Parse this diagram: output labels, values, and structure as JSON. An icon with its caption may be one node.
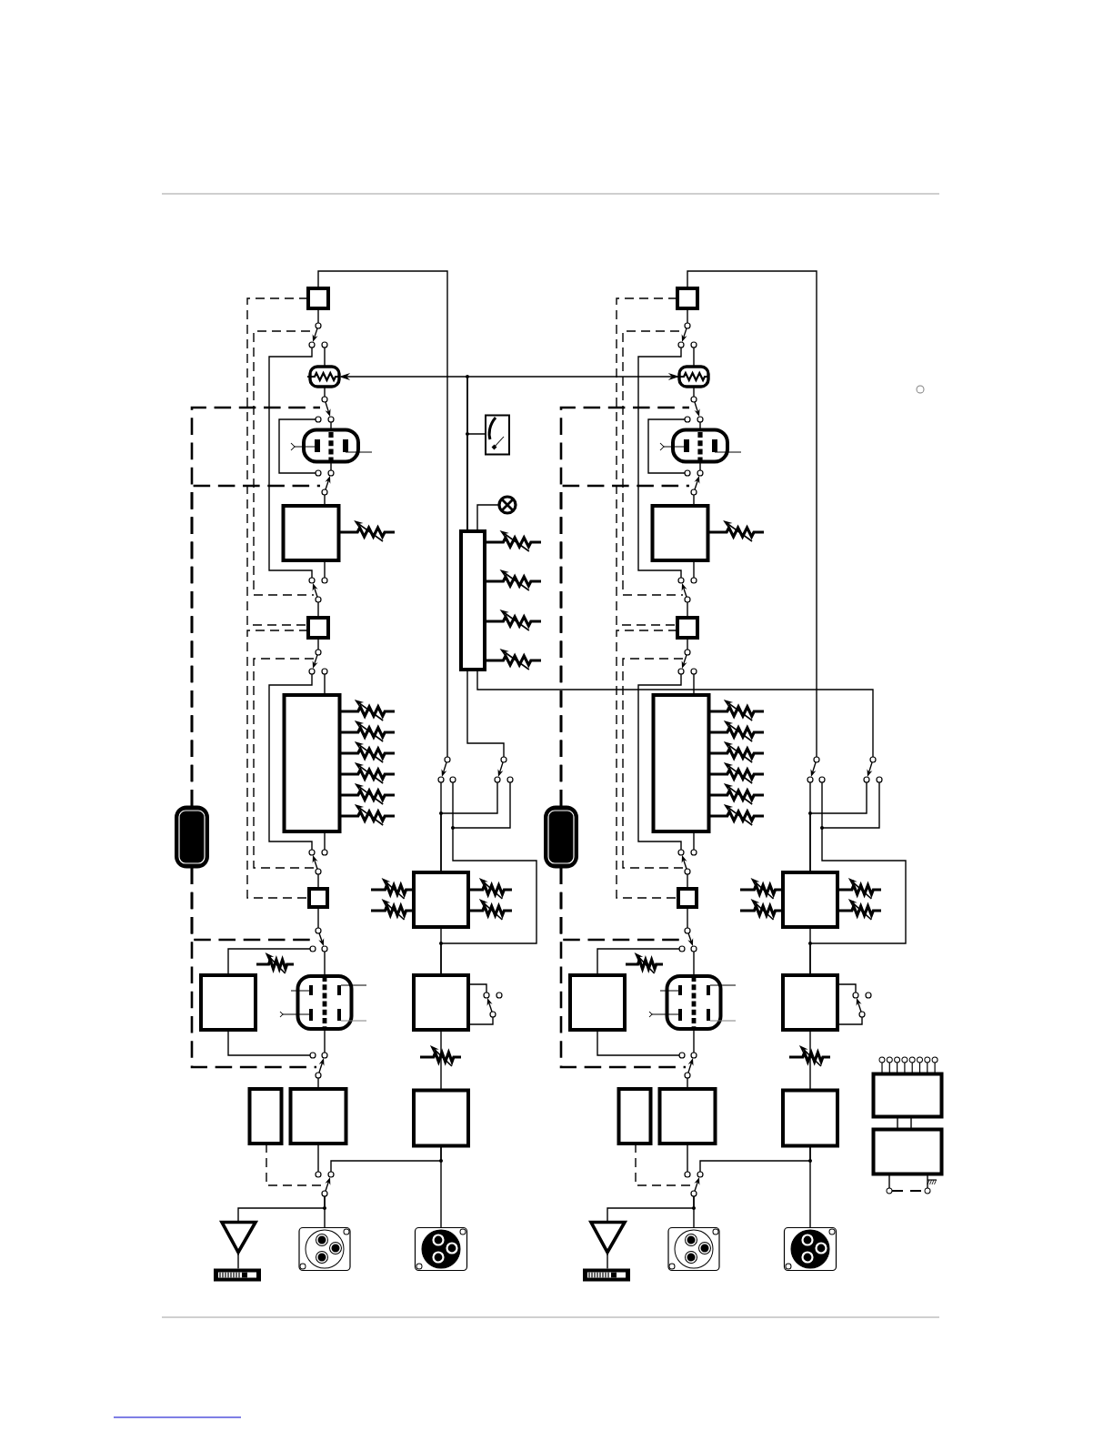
{
  "diagram": {
    "nodes": [
      {
        "text": [],
        "shape": "box"
      },
      {
        "text": [],
        "shape": "resistor"
      },
      {
        "text": [],
        "shape": "tube"
      },
      {
        "text": [],
        "shape": "box"
      },
      {
        "text": [],
        "shape": "box"
      },
      {
        "text": [],
        "shape": "box"
      },
      {
        "text": [],
        "shape": "box"
      },
      {
        "text": [],
        "shape": "tube"
      },
      {
        "text": [],
        "shape": "box"
      },
      {
        "text": [],
        "shape": "box"
      },
      {
        "text": [],
        "shape": "box"
      },
      {
        "text": [],
        "shape": "antenna"
      },
      {
        "text": [],
        "shape": "connector"
      },
      {
        "text": [],
        "shape": "box"
      },
      {
        "text": [],
        "shape": "box"
      },
      {
        "text": [],
        "shape": "box"
      },
      {
        "text": [],
        "shape": "connector"
      },
      {
        "text": [],
        "shape": "pill"
      },
      {
        "text": [],
        "shape": "switch"
      },
      {
        "text": [],
        "shape": "switch"
      },
      {
        "text": [],
        "shape": "switch"
      },
      {
        "text": [],
        "shape": "switch"
      },
      {
        "text": [],
        "shape": "switch"
      },
      {
        "text": [],
        "shape": "switch"
      },
      {
        "text": [],
        "shape": "switch"
      },
      {
        "text": [],
        "shape": "switch"
      },
      {
        "text": [],
        "shape": "switch"
      },
      {
        "text": [],
        "shape": "switch"
      },
      {
        "text": [],
        "shape": "switch"
      },
      {
        "text": [],
        "shape": "switch"
      },
      {
        "text": [],
        "shape": "meter"
      },
      {
        "text": [],
        "shape": "lamp"
      },
      {
        "text": [],
        "shape": "box"
      },
      {
        "text": [],
        "shape": "box"
      },
      {
        "text": [],
        "shape": "resistor"
      },
      {
        "text": [],
        "shape": "tube"
      },
      {
        "text": [],
        "shape": "box"
      },
      {
        "text": [],
        "shape": "box"
      },
      {
        "text": [],
        "shape": "box"
      },
      {
        "text": [],
        "shape": "box"
      },
      {
        "text": [],
        "shape": "tube"
      },
      {
        "text": [],
        "shape": "box"
      },
      {
        "text": [],
        "shape": "box"
      },
      {
        "text": [],
        "shape": "box"
      },
      {
        "text": [],
        "shape": "antenna"
      },
      {
        "text": [],
        "shape": "connector"
      },
      {
        "text": [],
        "shape": "box"
      },
      {
        "text": [],
        "shape": "box"
      },
      {
        "text": [],
        "shape": "box"
      },
      {
        "text": [],
        "shape": "connector"
      },
      {
        "text": [],
        "shape": "pill"
      },
      {
        "text": [],
        "shape": "switch"
      },
      {
        "text": [],
        "shape": "switch"
      },
      {
        "text": [],
        "shape": "switch"
      },
      {
        "text": [],
        "shape": "switch"
      },
      {
        "text": [],
        "shape": "switch"
      },
      {
        "text": [],
        "shape": "switch"
      },
      {
        "text": [],
        "shape": "switch"
      },
      {
        "text": [],
        "shape": "switch"
      },
      {
        "text": [],
        "shape": "switch"
      },
      {
        "text": [],
        "shape": "switch"
      },
      {
        "text": [],
        "shape": "switch"
      },
      {
        "text": [],
        "shape": "switch"
      },
      {
        "text": [],
        "shape": "box"
      },
      {
        "text": [],
        "shape": "box"
      }
    ],
    "edges": [
      {
        "from": 0,
        "to": 18,
        "arrow": "none"
      },
      {
        "from": 18,
        "to": 1,
        "arrow": "none"
      },
      {
        "from": 1,
        "to": 19,
        "arrow": "none"
      },
      {
        "from": 19,
        "to": 2,
        "arrow": "none"
      },
      {
        "from": 2,
        "to": 20,
        "arrow": "none"
      },
      {
        "from": 20,
        "to": 3,
        "arrow": "none"
      },
      {
        "from": 3,
        "to": 21,
        "arrow": "none"
      },
      {
        "from": 21,
        "to": 4,
        "arrow": "none"
      },
      {
        "from": 4,
        "to": 22,
        "arrow": "none"
      },
      {
        "from": 22,
        "to": 5,
        "arrow": "none"
      },
      {
        "from": 5,
        "to": 23,
        "arrow": "none"
      },
      {
        "from": 23,
        "to": 6,
        "arrow": "none"
      },
      {
        "from": 6,
        "to": 24,
        "arrow": "none"
      },
      {
        "from": 24,
        "to": 7,
        "arrow": "none"
      },
      {
        "from": 7,
        "to": 25,
        "arrow": "none"
      },
      {
        "from": 25,
        "to": 10,
        "arrow": "none"
      },
      {
        "from": 10,
        "to": 26,
        "arrow": "none"
      },
      {
        "from": 26,
        "to": 12,
        "arrow": "none"
      },
      {
        "from": 26,
        "to": 11,
        "arrow": "none"
      },
      {
        "from": 8,
        "to": 24,
        "arrow": "none"
      },
      {
        "from": 8,
        "to": 25,
        "arrow": "none"
      },
      {
        "from": 0,
        "to": 4,
        "arrow": "none",
        "style": "dashed"
      },
      {
        "from": 4,
        "to": 6,
        "arrow": "none",
        "style": "dashed"
      },
      {
        "from": 0,
        "to": 27,
        "arrow": "none"
      },
      {
        "from": 27,
        "to": 13,
        "arrow": "none"
      },
      {
        "from": 13,
        "to": 14,
        "arrow": "none"
      },
      {
        "from": 14,
        "to": 15,
        "arrow": "none"
      },
      {
        "from": 15,
        "to": 16,
        "arrow": "none"
      },
      {
        "from": 15,
        "to": 26,
        "arrow": "none"
      },
      {
        "from": 18,
        "to": 21,
        "arrow": "none"
      },
      {
        "from": 19,
        "to": 20,
        "arrow": "none"
      },
      {
        "from": 22,
        "to": 23,
        "arrow": "none"
      },
      {
        "from": 27,
        "to": 14,
        "arrow": "none"
      },
      {
        "from": 28,
        "to": 14,
        "arrow": "none"
      },
      {
        "from": 28,
        "to": 13,
        "arrow": "none"
      },
      {
        "from": 14,
        "to": 29,
        "arrow": "none"
      },
      {
        "from": 14,
        "to": 29,
        "arrow": "none"
      },
      {
        "from": 18,
        "to": 21,
        "arrow": "none",
        "style": "dashed"
      },
      {
        "from": 22,
        "to": 23,
        "arrow": "none",
        "style": "dashed"
      },
      {
        "from": 9,
        "to": 26,
        "arrow": "none",
        "style": "dashed"
      },
      {
        "from": 17,
        "to": 19,
        "arrow": "none",
        "style": "dashed"
      },
      {
        "from": 17,
        "to": 20,
        "arrow": "none",
        "style": "dashed"
      },
      {
        "from": 17,
        "to": 24,
        "arrow": "none",
        "style": "dashed"
      },
      {
        "from": 17,
        "to": 25,
        "arrow": "none",
        "style": "dashed"
      },
      {
        "from": 33,
        "to": 51,
        "arrow": "none"
      },
      {
        "from": 51,
        "to": 34,
        "arrow": "none"
      },
      {
        "from": 34,
        "to": 52,
        "arrow": "none"
      },
      {
        "from": 52,
        "to": 35,
        "arrow": "none"
      },
      {
        "from": 35,
        "to": 53,
        "arrow": "none"
      },
      {
        "from": 53,
        "to": 36,
        "arrow": "none"
      },
      {
        "from": 36,
        "to": 54,
        "arrow": "none"
      },
      {
        "from": 54,
        "to": 37,
        "arrow": "none"
      },
      {
        "from": 37,
        "to": 55,
        "arrow": "none"
      },
      {
        "from": 55,
        "to": 38,
        "arrow": "none"
      },
      {
        "from": 38,
        "to": 56,
        "arrow": "none"
      },
      {
        "from": 56,
        "to": 39,
        "arrow": "none"
      },
      {
        "from": 39,
        "to": 57,
        "arrow": "none"
      },
      {
        "from": 57,
        "to": 40,
        "arrow": "none"
      },
      {
        "from": 40,
        "to": 58,
        "arrow": "none"
      },
      {
        "from": 58,
        "to": 43,
        "arrow": "none"
      },
      {
        "from": 43,
        "to": 59,
        "arrow": "none"
      },
      {
        "from": 59,
        "to": 45,
        "arrow": "none"
      },
      {
        "from": 59,
        "to": 44,
        "arrow": "none"
      },
      {
        "from": 41,
        "to": 57,
        "arrow": "none"
      },
      {
        "from": 41,
        "to": 58,
        "arrow": "none"
      },
      {
        "from": 33,
        "to": 37,
        "arrow": "none",
        "style": "dashed"
      },
      {
        "from": 37,
        "to": 39,
        "arrow": "none",
        "style": "dashed"
      },
      {
        "from": 33,
        "to": 60,
        "arrow": "none"
      },
      {
        "from": 60,
        "to": 46,
        "arrow": "none"
      },
      {
        "from": 46,
        "to": 47,
        "arrow": "none"
      },
      {
        "from": 47,
        "to": 48,
        "arrow": "none"
      },
      {
        "from": 48,
        "to": 49,
        "arrow": "none"
      },
      {
        "from": 48,
        "to": 59,
        "arrow": "none"
      },
      {
        "from": 51,
        "to": 54,
        "arrow": "none"
      },
      {
        "from": 52,
        "to": 53,
        "arrow": "none"
      },
      {
        "from": 55,
        "to": 56,
        "arrow": "none"
      },
      {
        "from": 60,
        "to": 47,
        "arrow": "none"
      },
      {
        "from": 61,
        "to": 47,
        "arrow": "none"
      },
      {
        "from": 61,
        "to": 46,
        "arrow": "none"
      },
      {
        "from": 47,
        "to": 62,
        "arrow": "none"
      },
      {
        "from": 47,
        "to": 62,
        "arrow": "none"
      },
      {
        "from": 51,
        "to": 54,
        "arrow": "none",
        "style": "dashed"
      },
      {
        "from": 55,
        "to": 56,
        "arrow": "none",
        "style": "dashed"
      },
      {
        "from": 42,
        "to": 59,
        "arrow": "none",
        "style": "dashed"
      },
      {
        "from": 50,
        "to": 52,
        "arrow": "none",
        "style": "dashed"
      },
      {
        "from": 50,
        "to": 53,
        "arrow": "none",
        "style": "dashed"
      },
      {
        "from": 50,
        "to": 57,
        "arrow": "none",
        "style": "dashed"
      },
      {
        "from": 50,
        "to": 58,
        "arrow": "none",
        "style": "dashed"
      },
      {
        "from": 32,
        "to": 1,
        "arrow": "to"
      },
      {
        "from": 32,
        "to": 34,
        "arrow": "to"
      },
      {
        "from": 32,
        "to": 30,
        "arrow": "none"
      },
      {
        "from": 32,
        "to": 31,
        "arrow": "none"
      },
      {
        "from": 32,
        "to": 28,
        "arrow": "none"
      },
      {
        "from": 32,
        "to": 61,
        "arrow": "none"
      },
      {
        "from": 63,
        "to": 64,
        "arrow": "none"
      },
      {
        "from": 63,
        "to": 64,
        "arrow": "none"
      }
    ]
  }
}
